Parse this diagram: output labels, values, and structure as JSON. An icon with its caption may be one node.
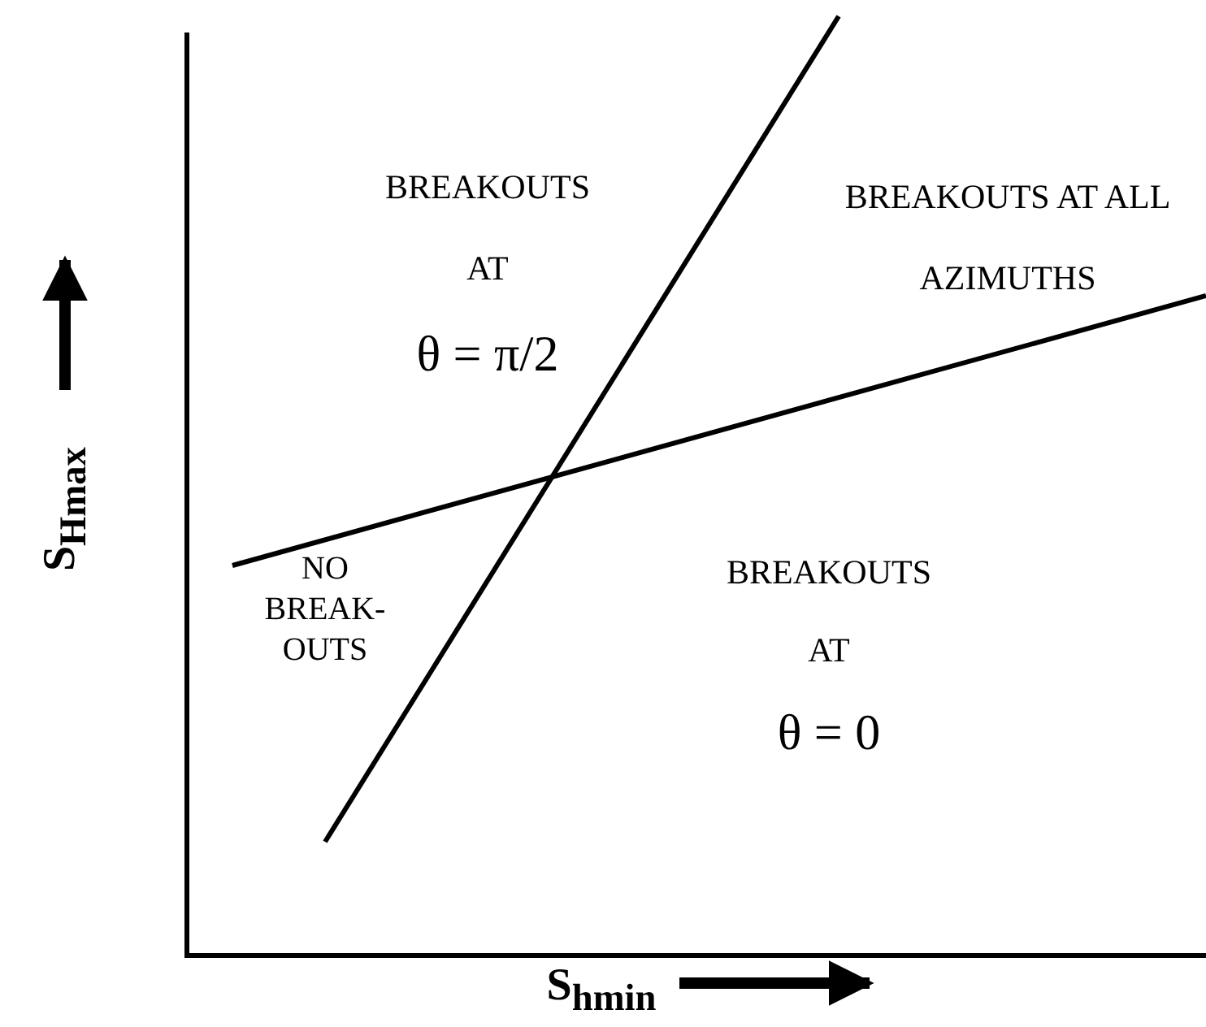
{
  "diagram": {
    "labels": [
      "BREAKOUTS AT",
      "θ = π/2",
      "BREAKOUTS AT ALL AZIMUTHS",
      "S$_{Hmax}$",
      "NO BREAK- OUTS",
      "BREAKOUTS AT",
      "θ = 0",
      "S$_{hmin}$"
    ]
  }
}
